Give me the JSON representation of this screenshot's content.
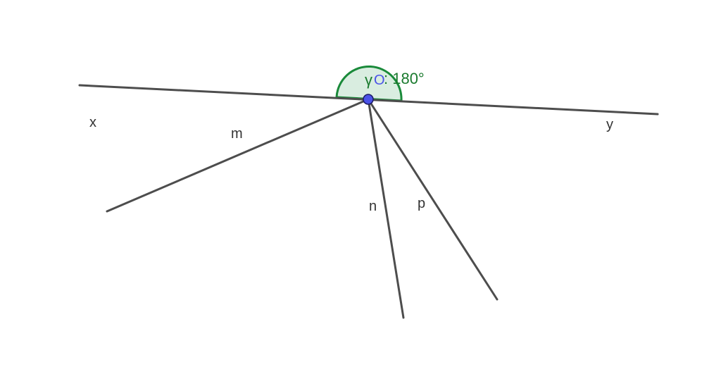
{
  "labels": {
    "x": "x",
    "y": "y",
    "m": "m",
    "n": "n",
    "p": "p"
  },
  "angle": {
    "name": "γ",
    "text": ": 180°"
  },
  "vertex": {
    "name": "O"
  },
  "colors": {
    "line": "#4d4d4d",
    "angle_stroke": "#1a8a3a",
    "angle_fill": "#d9ede0",
    "point": "#4a52e8"
  }
}
